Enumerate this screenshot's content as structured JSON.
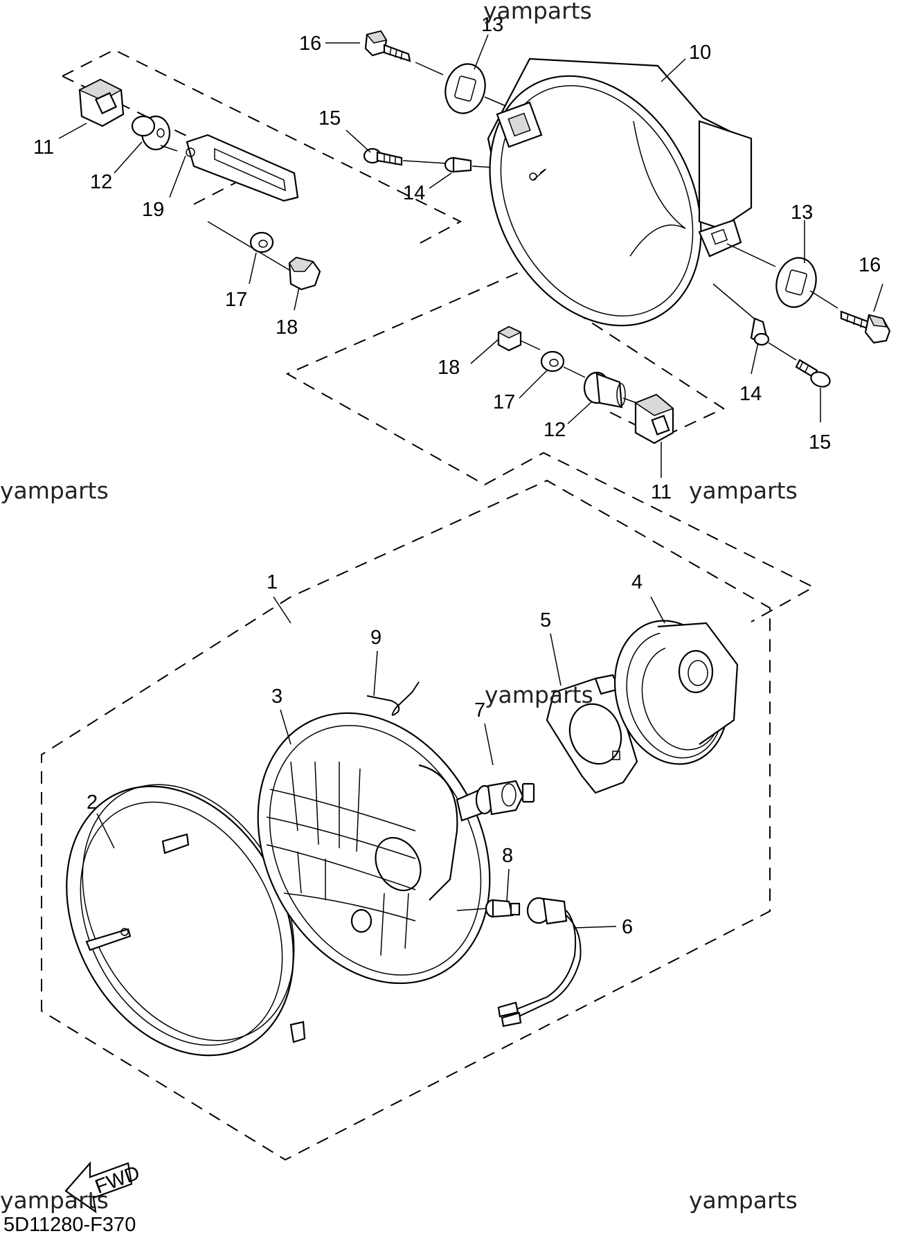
{
  "diagram": {
    "code": "5D11280-F370",
    "arrow_label": "FWD",
    "watermarks": [
      "yamparts",
      "yamparts",
      "yamparts",
      "yamparts",
      "yamparts",
      "yamparts"
    ],
    "callouts": {
      "c1": "1",
      "c2": "2",
      "c3": "3",
      "c4": "4",
      "c5": "5",
      "c6": "6",
      "c7": "7",
      "c8": "8",
      "c9": "9",
      "c10": "10",
      "c11a": "11",
      "c11b": "11",
      "c12a": "12",
      "c12b": "12",
      "c13a": "13",
      "c13b": "13",
      "c14a": "14",
      "c14b": "14",
      "c15a": "15",
      "c15b": "15",
      "c16a": "16",
      "c16b": "16",
      "c17a": "17",
      "c17b": "17",
      "c18a": "18",
      "c18b": "18",
      "c19": "19"
    }
  }
}
